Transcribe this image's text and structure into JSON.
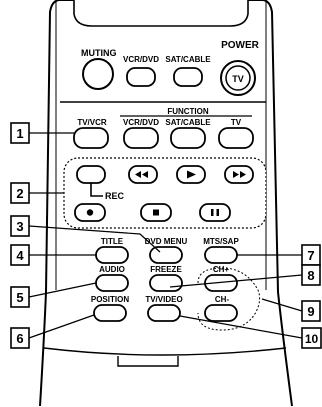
{
  "remote": {
    "top_labels": {
      "muting": "MUTING",
      "vcr_dvd": "VCR/DVD",
      "sat_cable": "SAT/CABLE",
      "power": "POWER",
      "tv_power": "TV"
    },
    "function_row": {
      "header": "FUNCTION",
      "tv_vcr": "TV/VCR",
      "vcr_dvd": "VCR/DVD",
      "sat_cable": "SAT/CABLE",
      "tv": "TV"
    },
    "rec_label": "REC",
    "labels": {
      "title": "TITLE",
      "dvd_menu": "DVD MENU",
      "mts_sap": "MTS/SAP",
      "audio": "AUDIO",
      "freeze": "FREEZE",
      "ch_plus": "CH+",
      "position": "POSITION",
      "tv_video": "TV/VIDEO",
      "ch_minus": "CH-"
    }
  },
  "callouts": [
    "1",
    "2",
    "3",
    "4",
    "5",
    "6",
    "7",
    "8",
    "9",
    "10"
  ]
}
